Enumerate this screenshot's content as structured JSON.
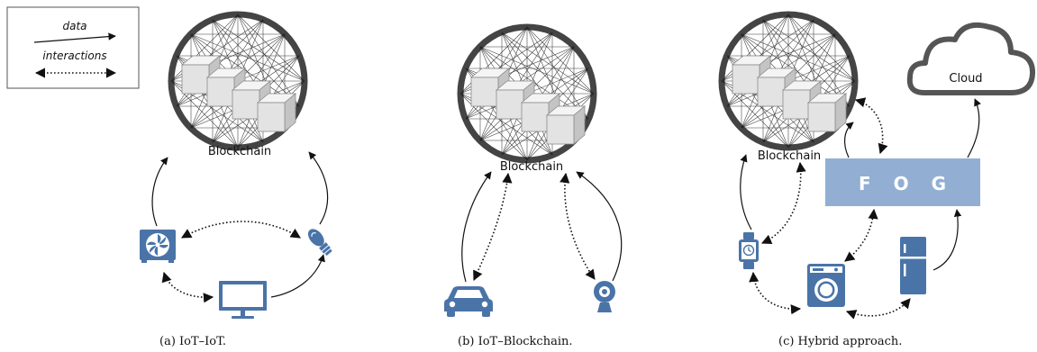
{
  "legend": {
    "data_label": "data",
    "interactions_label": "interactions"
  },
  "labels": {
    "blockchain": "Blockchain",
    "cloud": "Cloud",
    "fog": "F O G"
  },
  "captions": {
    "a": "(a) IoT–IoT.",
    "b": "(b) IoT–Blockchain.",
    "c": "(c) Hybrid approach."
  },
  "colors": {
    "device": "#4a74a8",
    "fog": "#92afd3",
    "ring": "#444444",
    "block": "#e3e3e3"
  },
  "icons": {
    "a": [
      "fan-icon",
      "bulb-icon",
      "monitor-icon"
    ],
    "b": [
      "car-icon",
      "webcam-icon"
    ],
    "c": [
      "smartwatch-icon",
      "washing-machine-icon",
      "fridge-icon"
    ]
  }
}
